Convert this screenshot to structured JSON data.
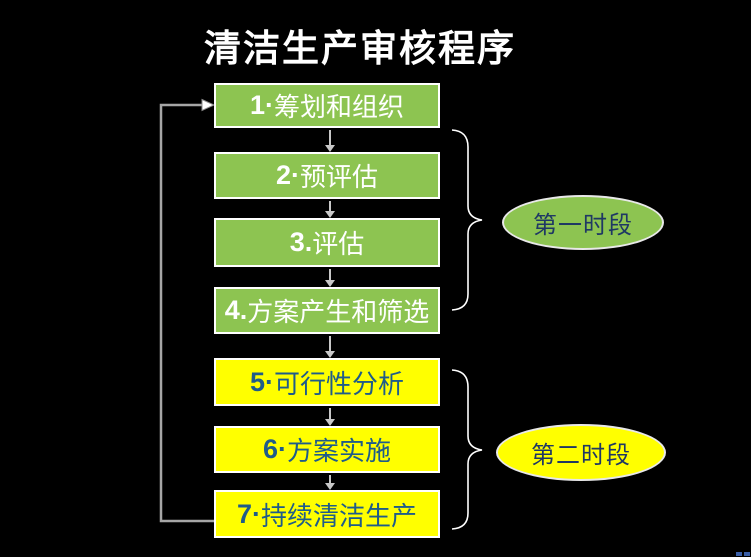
{
  "title": "清洁生产审核程序",
  "flow": {
    "steps": [
      {
        "num": "1·",
        "label": "筹划和组织"
      },
      {
        "num": "2·",
        "label": "预评估"
      },
      {
        "num": "3.",
        "label": "评估"
      },
      {
        "num": "4.",
        "label": "方案产生和筛选"
      },
      {
        "num": "5·",
        "label": "可行性分析"
      },
      {
        "num": "6·",
        "label": "方案实施"
      },
      {
        "num": "7·",
        "label": "持续清洁生产"
      }
    ]
  },
  "phases": [
    {
      "label": "第一时段"
    },
    {
      "label": "第二时段"
    }
  ],
  "colors": {
    "background": "#000000",
    "stage1_fill": "#8DC451",
    "stage2_fill": "#FFFF00",
    "green_box_text": "#FFFFFF",
    "yellow_box_text": "#1F5C8A",
    "ellipse_text": "#1F3864",
    "box_border": "#FFFFFF",
    "connector_gray": "#A6A6A6",
    "brace_white": "#FFFFFF"
  }
}
